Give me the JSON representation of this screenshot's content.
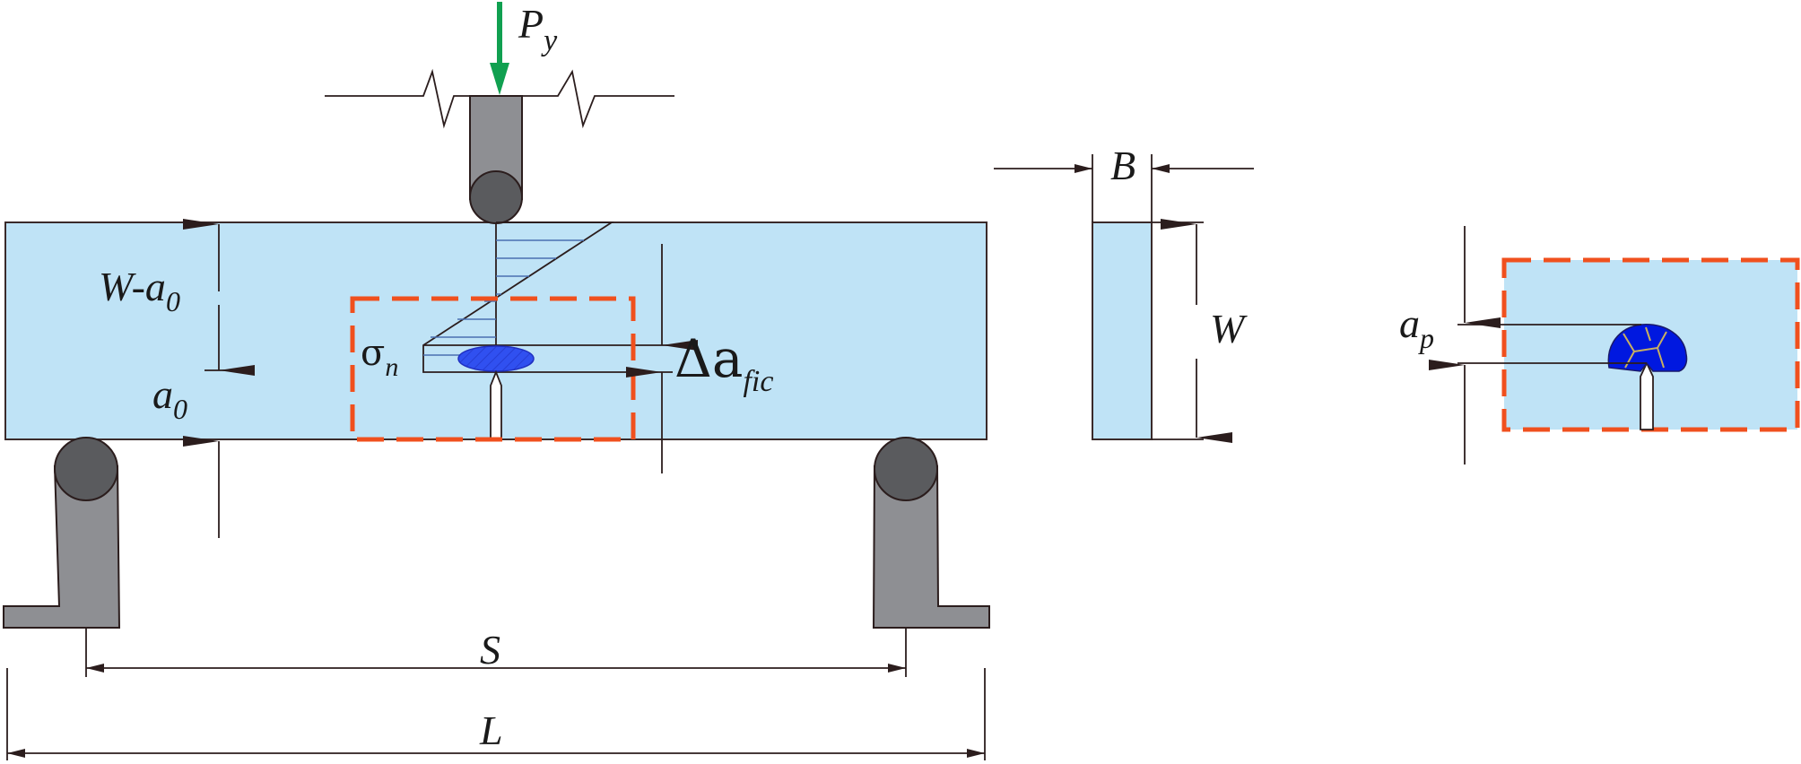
{
  "labels": {
    "load": "P",
    "load_sub": "y",
    "width_dim": "B",
    "depth_dim": "W",
    "ligament": "W-a",
    "ligament_sub": "0",
    "notch": "a",
    "notch_sub": "0",
    "stress_sym": "σ",
    "stress_sub": "n",
    "fic_delta": "Δa",
    "fic_sub": "fic",
    "process_zone": "a",
    "process_zone_sub": "p",
    "span": "S",
    "length": "L"
  },
  "colors": {
    "beam_fill": "#bfe3f6",
    "load_arrow": "#10a050",
    "dashed_box": "#f0501e",
    "fpz_fill": "#0018e0",
    "fic_ellipse": "#3050f0",
    "support_metal": "#8e8f93",
    "roller": "#5a5b5e"
  }
}
